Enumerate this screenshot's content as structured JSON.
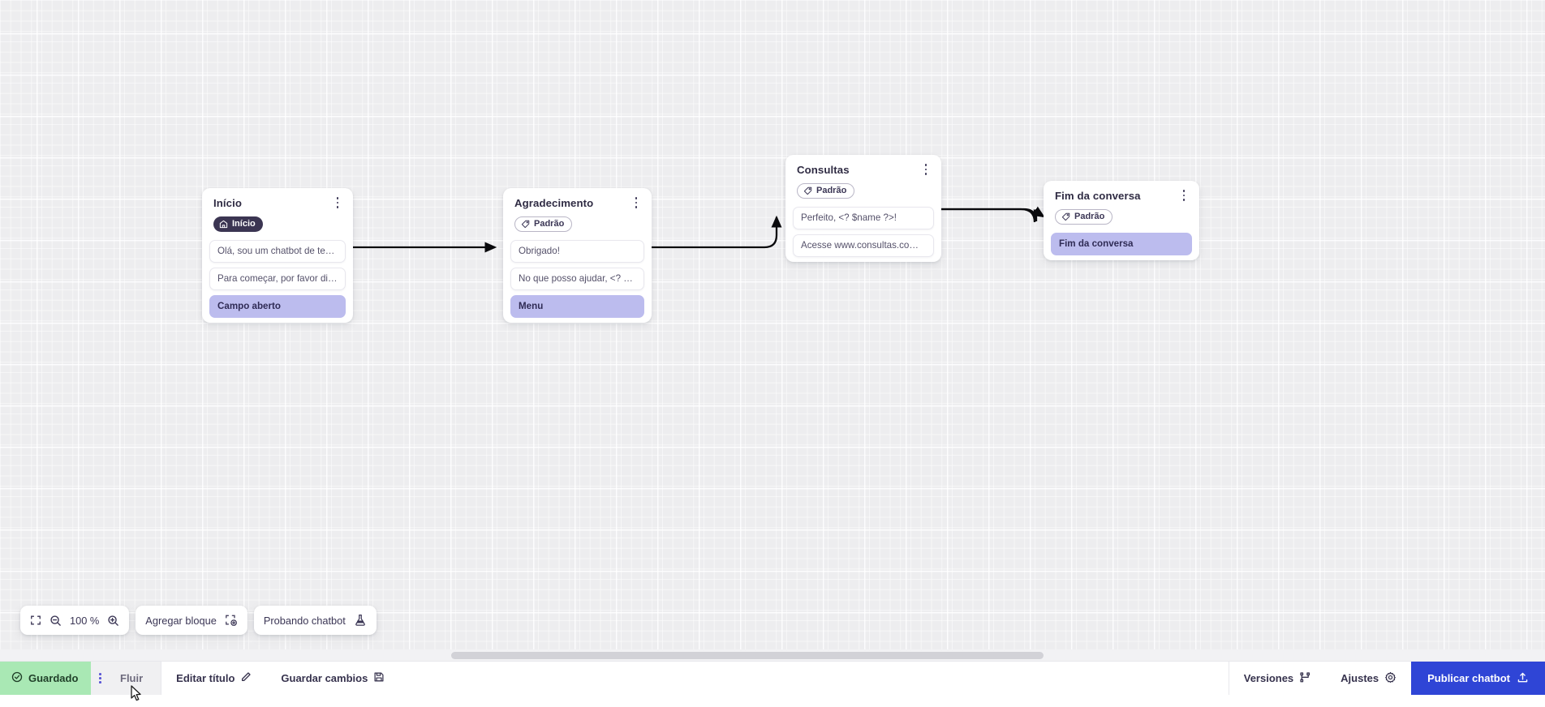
{
  "app": {
    "canvas_background": "#ededef",
    "accent_color": "#2f45d6",
    "node_accent": "#bcbcee",
    "saved_color": "#a9e8b4"
  },
  "flow": {
    "nodes": [
      {
        "id": "inicio",
        "title": "Início",
        "badge": {
          "label": "Início",
          "icon": "home-icon",
          "style": "start"
        },
        "messages": [
          {
            "text": "Olá, sou um chatbot de teste!",
            "style": "plain"
          },
          {
            "text": "Para começar, por favor digite o ...",
            "style": "plain"
          },
          {
            "text": "Campo aberto",
            "style": "accent"
          }
        ]
      },
      {
        "id": "agradecimento",
        "title": "Agradecimento",
        "badge": {
          "label": "Padrão",
          "icon": "tag-icon",
          "style": "default"
        },
        "messages": [
          {
            "text": "Obrigado!",
            "style": "plain"
          },
          {
            "text": "No que posso ajudar, <? $name ...",
            "style": "plain"
          },
          {
            "text": "Menu",
            "style": "accent"
          }
        ]
      },
      {
        "id": "consultas",
        "title": "Consultas",
        "badge": {
          "label": "Padrão",
          "icon": "tag-icon",
          "style": "default"
        },
        "messages": [
          {
            "text": "Perfeito, <? $name ?>!",
            "style": "plain"
          },
          {
            "text": "Acesse www.consultas.com par...",
            "style": "plain"
          }
        ]
      },
      {
        "id": "fim",
        "title": "Fim da conversa",
        "badge": {
          "label": "Padrão",
          "icon": "tag-icon",
          "style": "default"
        },
        "messages": [
          {
            "text": "Fim da conversa",
            "style": "accent"
          }
        ]
      }
    ]
  },
  "toolbar": {
    "fit_icon": "fit-screen-icon",
    "zoom_out_icon": "zoom-out-icon",
    "zoom_level": "100 %",
    "zoom_in_icon": "zoom-in-icon",
    "add_block_label": "Agregar bloque",
    "add_block_icon": "add-block-icon",
    "test_chatbot_label": "Probando chatbot",
    "test_chatbot_icon": "flask-icon"
  },
  "statusbar": {
    "saved_label": "Guardado",
    "saved_icon": "check-circle-icon",
    "flow_label": "Fluir",
    "flow_menu_icon": "kebab-menu-icon",
    "edit_title_label": "Editar título",
    "edit_title_icon": "pencil-icon",
    "save_changes_label": "Guardar cambios",
    "save_changes_icon": "floppy-disk-icon",
    "versions_label": "Versiones",
    "versions_icon": "branch-icon",
    "settings_label": "Ajustes",
    "settings_icon": "gear-icon",
    "publish_label": "Publicar chatbot",
    "publish_icon": "upload-icon"
  }
}
